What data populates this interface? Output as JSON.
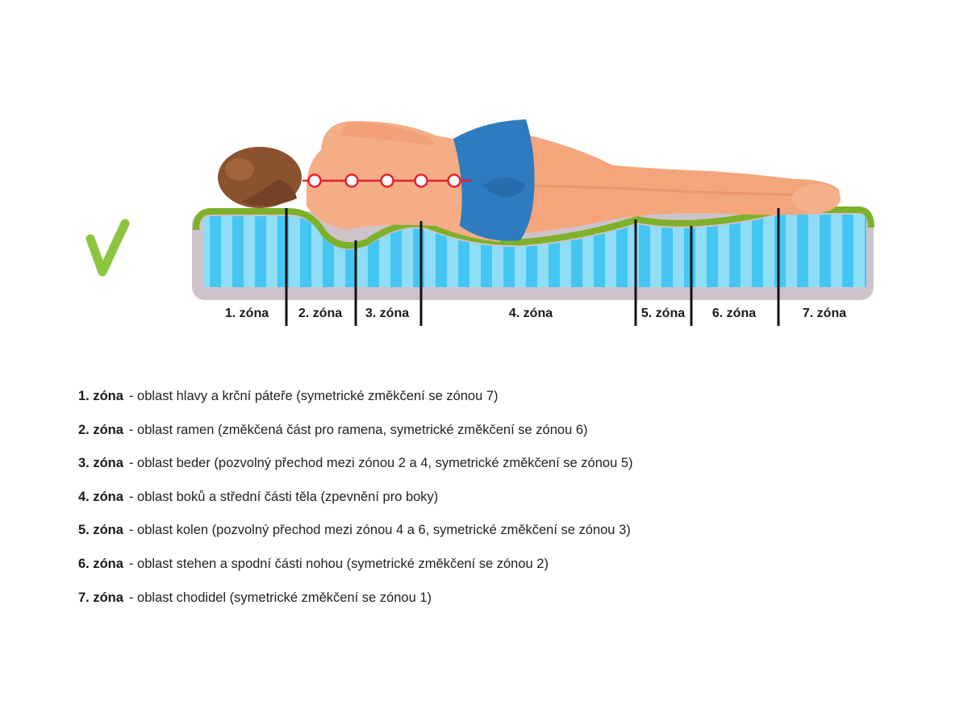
{
  "colors": {
    "check": "#8cc63f",
    "mattress_stripe_dark": "#45c6f2",
    "mattress_stripe_light": "#8fddf7",
    "mattress_top_layer": "#7db12a",
    "mattress_base": "#cfc3cb",
    "skin": "#f5a97f",
    "hair": "#8b5230",
    "shorts": "#2f7bbf",
    "spine": "#e42230",
    "divider": "#111111"
  },
  "check_icon": "check-icon",
  "zones": [
    {
      "label": "1. zóna"
    },
    {
      "label": "2. zóna"
    },
    {
      "label": "3. zóna"
    },
    {
      "label": "4. zóna"
    },
    {
      "label": "5. zóna"
    },
    {
      "label": "6. zóna"
    },
    {
      "label": "7. zóna"
    }
  ],
  "legend": [
    {
      "zone": "1. zóna",
      "text": "- oblast hlavy a krční páteře (symetrické změkčení se zónou 7)"
    },
    {
      "zone": "2. zóna",
      "text": "- oblast ramen (změkčená část pro ramena, symetrické změkčení se zónou 6)"
    },
    {
      "zone": "3. zóna",
      "text": "- oblast beder (pozvolný přechod mezi zónou 2 a 4, symetrické změkčení se zónou 5)"
    },
    {
      "zone": "4. zóna",
      "text": "- oblast boků a střední části těla (zpevnění pro boky)"
    },
    {
      "zone": "5. zóna",
      "text": "- oblast kolen (pozvolný přechod mezi zónou 4 a 6, symetrické změkčení se zónou 3)"
    },
    {
      "zone": "6. zóna",
      "text": "- oblast stehen a spodní části nohou (symetrické změkčení se zónou 2)"
    },
    {
      "zone": "7. zóna",
      "text": "- oblast chodidel (symetrické změkčení se zónou 1)"
    }
  ]
}
